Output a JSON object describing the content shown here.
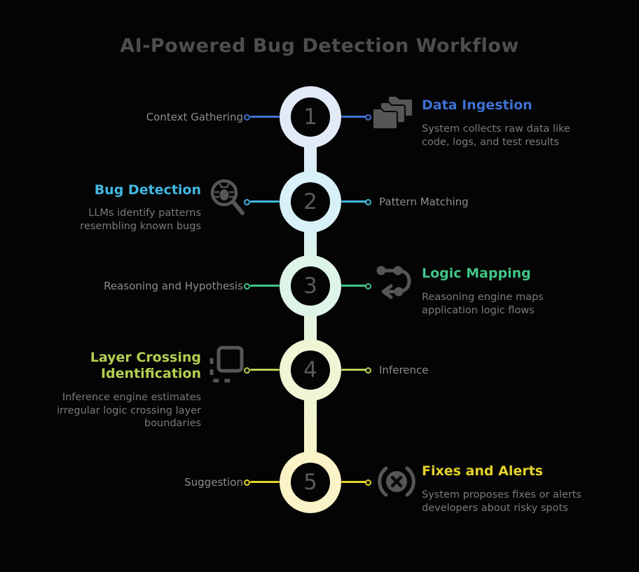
{
  "title": "AI-Powered Bug Detection Workflow",
  "steps": [
    {
      "number": "1",
      "side_label": "Context Gathering",
      "heading": "Data Ingestion",
      "description": "System collects raw data like\ncode, logs, and test results",
      "icon": "folders-stack-icon",
      "accent_color": "#3f72d4",
      "ring_color": "#e3eaf7"
    },
    {
      "number": "2",
      "side_label": "Pattern Matching",
      "heading": "Bug Detection",
      "description": "LLMs identify patterns\nresembling known bugs",
      "icon": "bug-magnifier-icon",
      "accent_color": "#41b8e2",
      "ring_color": "#d8f1f8"
    },
    {
      "number": "3",
      "side_label": "Reasoning and Hypothesis",
      "heading": "Logic Mapping",
      "description": "Reasoning engine maps\napplication logic flows",
      "icon": "route-flow-icon",
      "accent_color": "#42c588",
      "ring_color": "#def4e8"
    },
    {
      "number": "4",
      "side_label": "Inference",
      "heading": "Layer Crossing\nIdentification",
      "description": "Inference engine estimates\nirregular logic crossing layer\nboundaries",
      "icon": "dashed-square-icon",
      "accent_color": "#b3cf52",
      "ring_color": "#eef6d6"
    },
    {
      "number": "5",
      "side_label": "Suggestion",
      "heading": "Fixes and Alerts",
      "description": "System proposes fixes or alerts\ndevelopers about risky spots",
      "icon": "alert-brake-icon",
      "accent_color": "#e5d32b",
      "ring_color": "#faf3c7"
    }
  ]
}
